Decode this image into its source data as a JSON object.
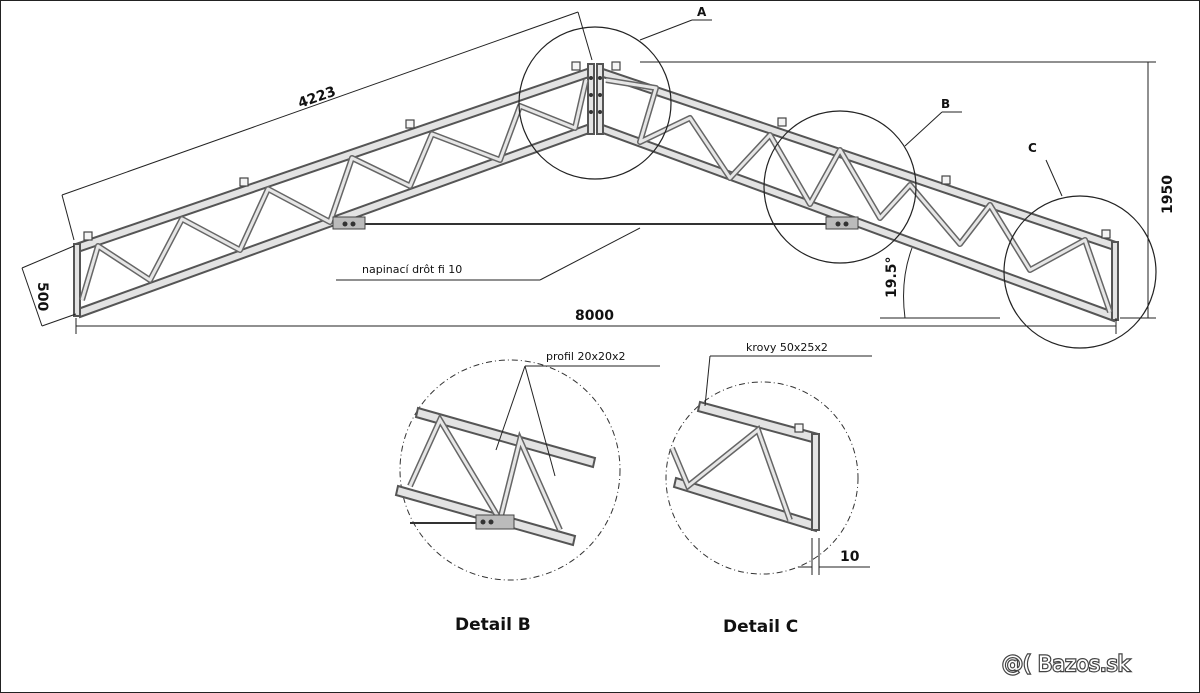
{
  "dimensions": {
    "top_chord_length": "4223",
    "end_height": "500",
    "span": "8000",
    "height": "1950",
    "angle": "19.5°",
    "gap": "10"
  },
  "callouts": {
    "a": "A",
    "b": "B",
    "c": "C"
  },
  "labels": {
    "tension_wire": "napinací drôt  fi 10",
    "profile": "profil 20x20x2",
    "purlins": "krovy 50x25x2"
  },
  "details": {
    "b_title": "Detail B",
    "c_title": "Detail C"
  },
  "watermark": "@( Bazos.sk"
}
